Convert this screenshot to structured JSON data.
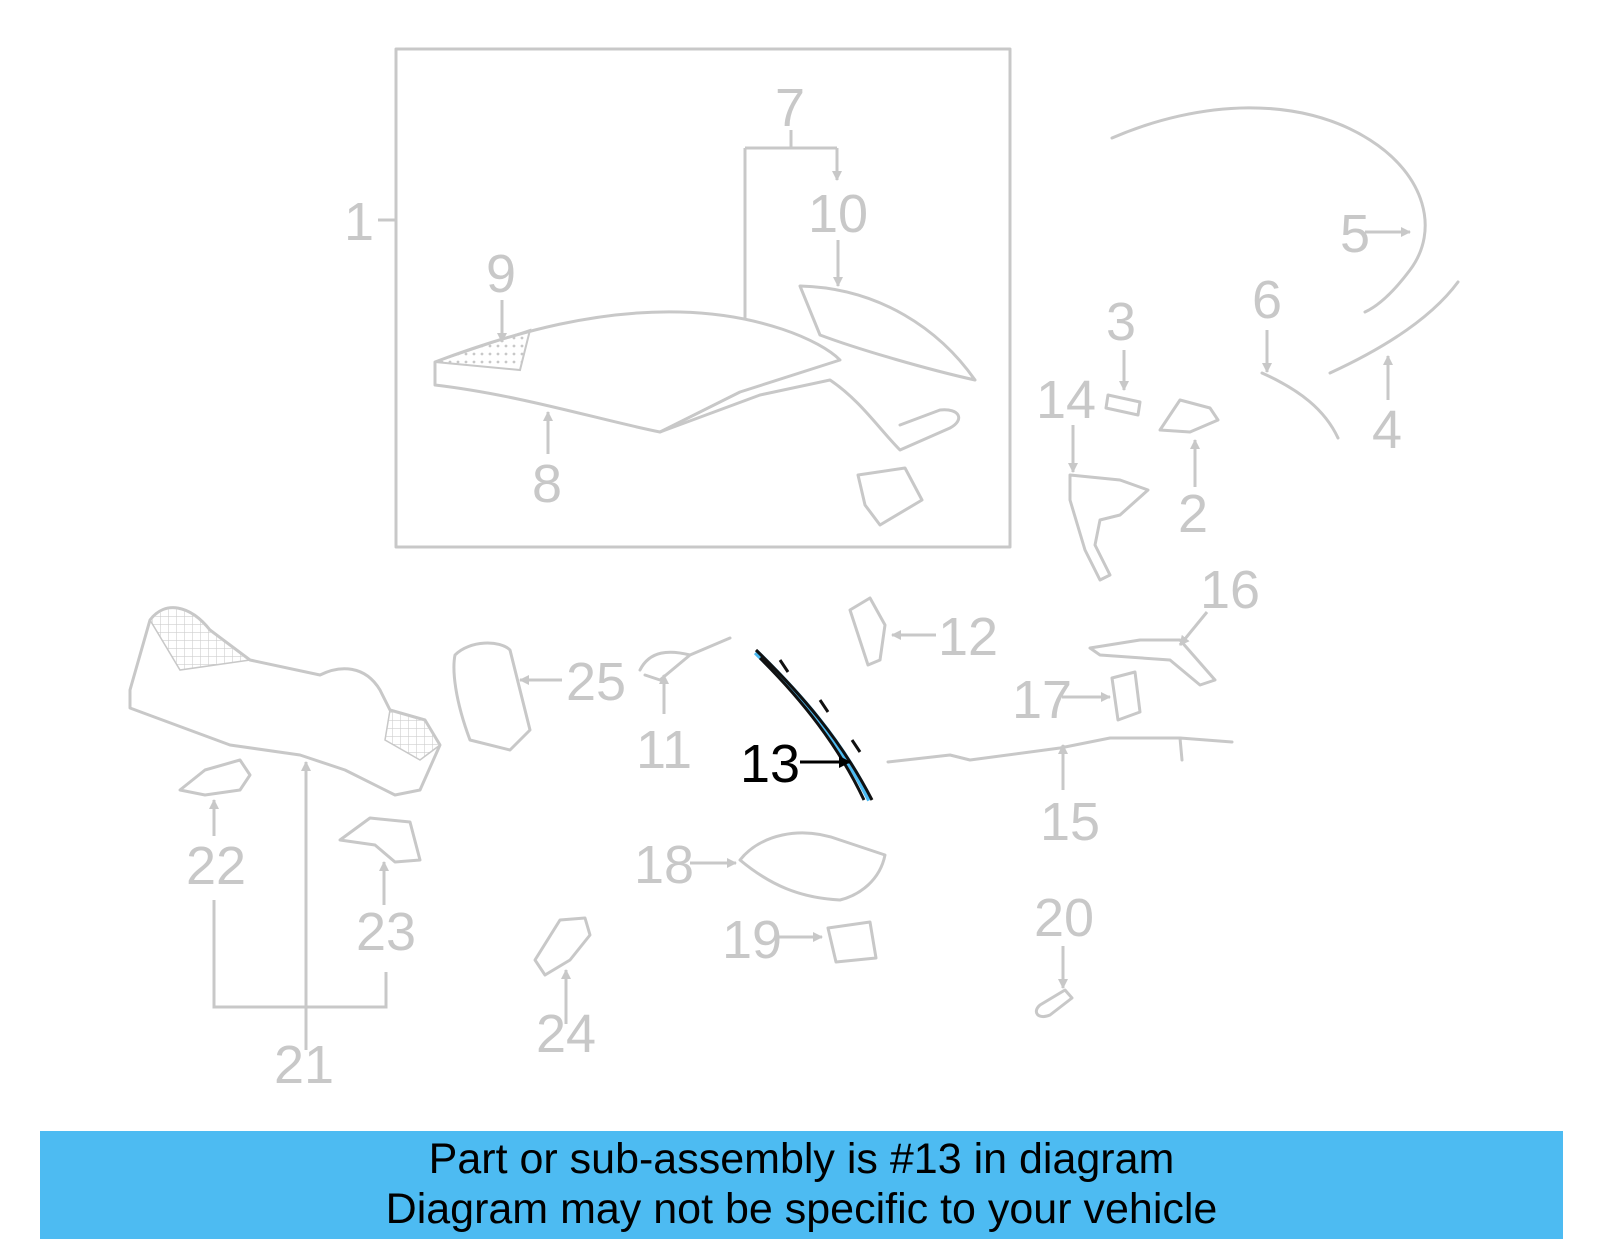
{
  "diagram": {
    "highlight_color": "#4dbbf2",
    "callouts": [
      {
        "id": "1",
        "label": "1"
      },
      {
        "id": "2",
        "label": "2"
      },
      {
        "id": "3",
        "label": "3"
      },
      {
        "id": "4",
        "label": "4"
      },
      {
        "id": "5",
        "label": "5"
      },
      {
        "id": "6",
        "label": "6"
      },
      {
        "id": "7",
        "label": "7"
      },
      {
        "id": "8",
        "label": "8"
      },
      {
        "id": "9",
        "label": "9"
      },
      {
        "id": "10",
        "label": "10"
      },
      {
        "id": "11",
        "label": "11"
      },
      {
        "id": "12",
        "label": "12"
      },
      {
        "id": "13",
        "label": "13"
      },
      {
        "id": "14",
        "label": "14"
      },
      {
        "id": "15",
        "label": "15"
      },
      {
        "id": "16",
        "label": "16"
      },
      {
        "id": "17",
        "label": "17"
      },
      {
        "id": "18",
        "label": "18"
      },
      {
        "id": "19",
        "label": "19"
      },
      {
        "id": "20",
        "label": "20"
      },
      {
        "id": "21",
        "label": "21"
      },
      {
        "id": "22",
        "label": "22"
      },
      {
        "id": "23",
        "label": "23"
      },
      {
        "id": "24",
        "label": "24"
      },
      {
        "id": "25",
        "label": "25"
      }
    ]
  },
  "banner": {
    "line1": "Part or sub-assembly is #13 in diagram",
    "line2": "Diagram may not be specific to your vehicle",
    "background": "#4dbbf2"
  }
}
